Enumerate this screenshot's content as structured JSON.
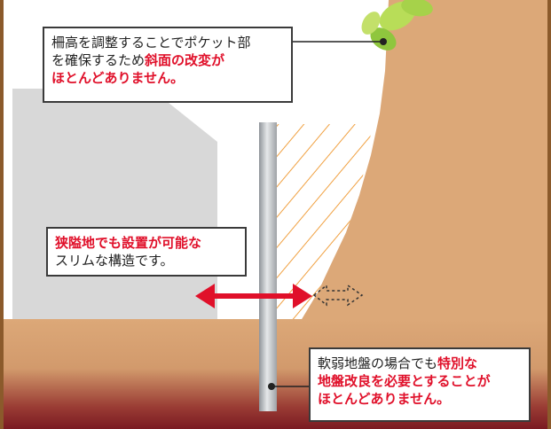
{
  "colors": {
    "soil": "#dca878",
    "soil_dark": "#7a1a22",
    "ground": "#d9a472",
    "building": "#d8d8d8",
    "post": "#b4b8bc",
    "hatch": "#f0a040",
    "arrow": "#e0102a",
    "frame": "#8b5a2b",
    "leaf": "#9fd048"
  },
  "icons": {
    "arrow": "double-arrow-icon",
    "dashed_arrow": "dashed-double-arrow-icon"
  },
  "callout_top": {
    "line1": "柵高を調整することでポケット部",
    "line2_plain": "を確保するため",
    "line2_red": "斜面の改変が",
    "line3_red": "ほとんどありません。"
  },
  "callout_left": {
    "line1_red": "狭隘地でも設置が可能な",
    "line2": "スリムな構造です。"
  },
  "callout_bottom": {
    "line1_plain": "軟弱地盤の場合でも",
    "line1_red": "特別な",
    "line2_red": "地盤改良を必要とすることが",
    "line3_red": "ほとんどありません。"
  }
}
